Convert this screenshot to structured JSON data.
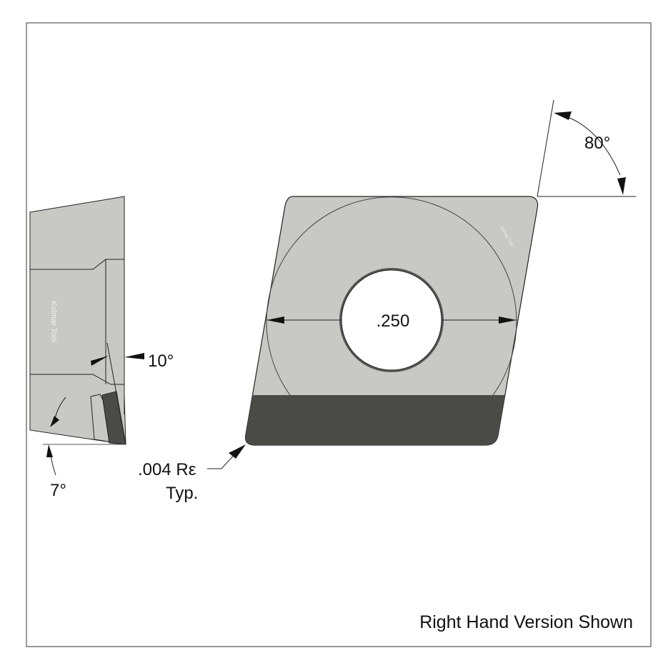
{
  "labels": {
    "angle_top": "80°",
    "hole_dim": ".250",
    "side_angle": "10°",
    "clearance_angle": "7°",
    "corner_radius": ".004 Rε",
    "corner_radius_note": "Typ.",
    "footer": "Right Hand Version Shown"
  },
  "watermark": "Kelmar Tool",
  "colors": {
    "insert_fill": "#c8c8c4",
    "edge_band": "#4a4a46",
    "line": "#222222"
  }
}
